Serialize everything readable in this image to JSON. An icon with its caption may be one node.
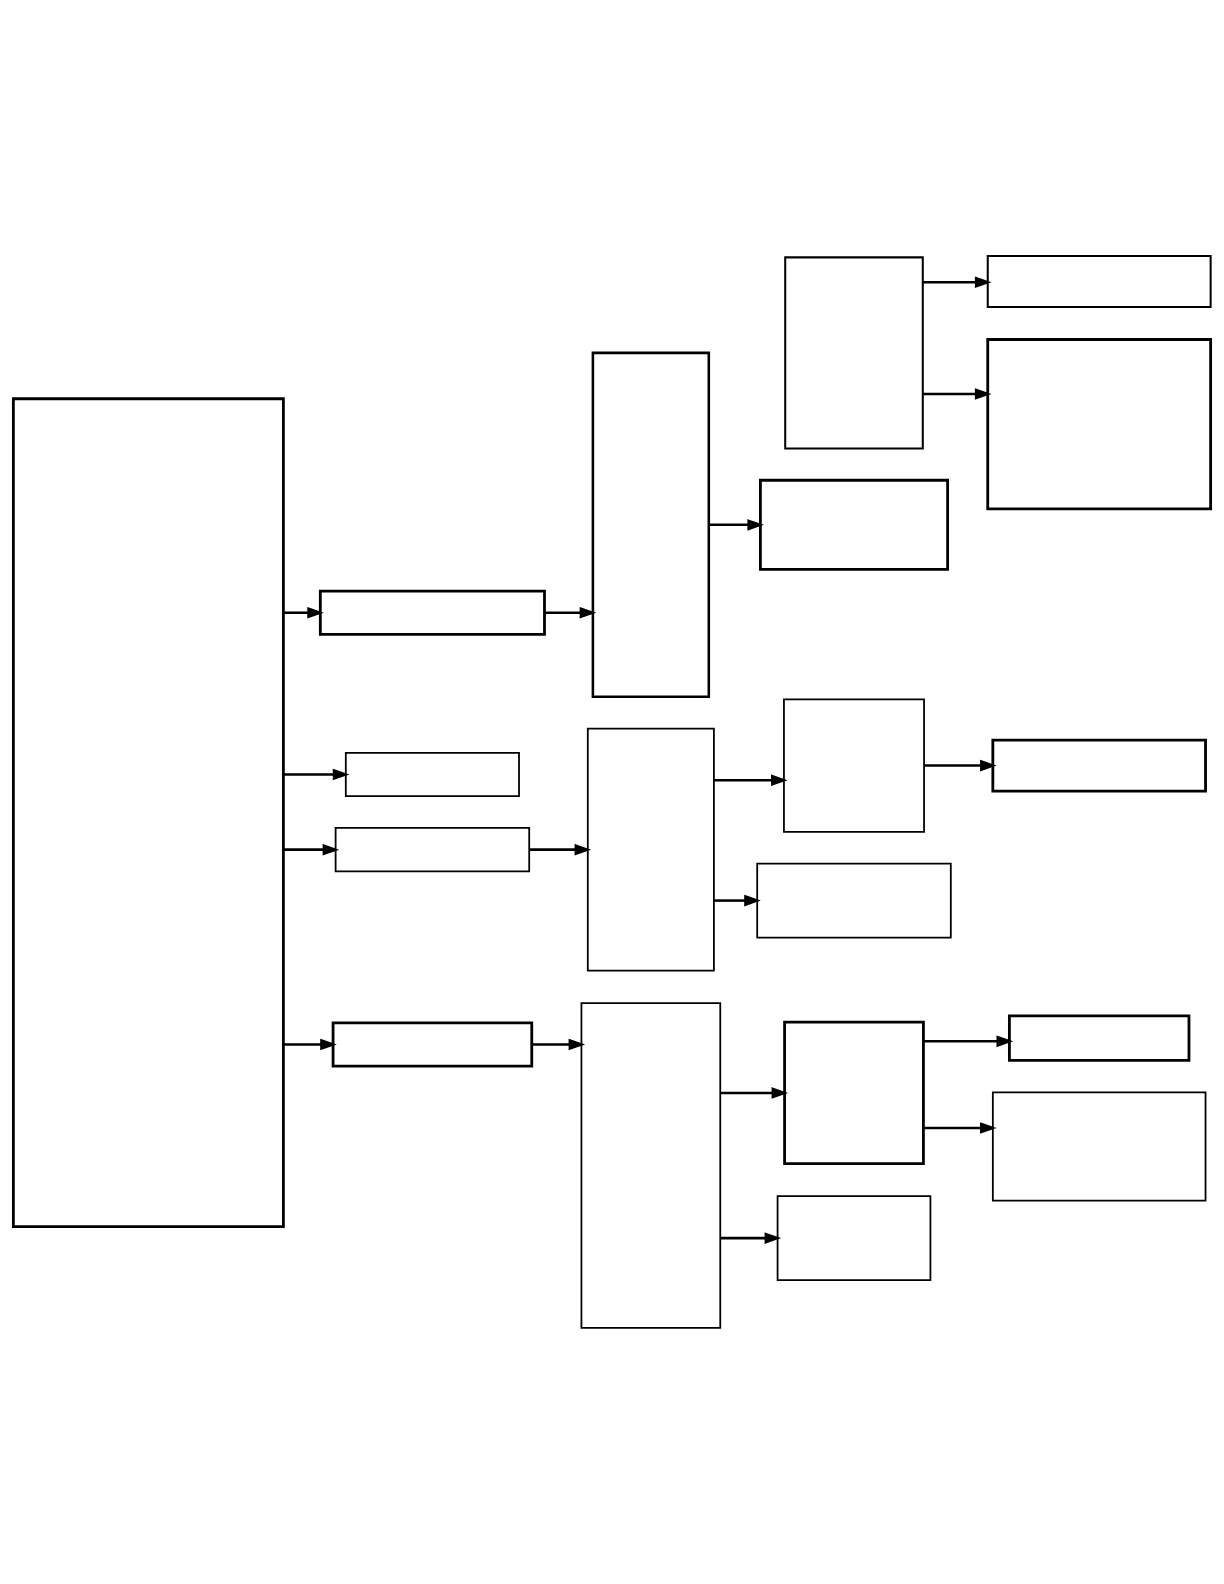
{
  "diagram": {
    "nodes": [
      {
        "text": [],
        "shape": "box"
      },
      {
        "text": [],
        "shape": "box"
      },
      {
        "text": [],
        "shape": "box"
      },
      {
        "text": [],
        "shape": "box"
      },
      {
        "text": [],
        "shape": "box"
      },
      {
        "text": [],
        "shape": "box"
      },
      {
        "text": [],
        "shape": "box"
      },
      {
        "text": [],
        "shape": "box"
      },
      {
        "text": [],
        "shape": "box"
      },
      {
        "text": [],
        "shape": "box"
      },
      {
        "text": [],
        "shape": "box"
      },
      {
        "text": [],
        "shape": "box"
      },
      {
        "text": [],
        "shape": "box"
      },
      {
        "text": [],
        "shape": "box"
      },
      {
        "text": [],
        "shape": "box"
      },
      {
        "text": [],
        "shape": "box"
      },
      {
        "text": [],
        "shape": "box"
      },
      {
        "text": [],
        "shape": "box"
      },
      {
        "text": [],
        "shape": "box"
      }
    ],
    "edges": [
      {
        "from": 0,
        "to": 1,
        "arrow": "to"
      },
      {
        "from": 1,
        "to": 2,
        "arrow": "to"
      },
      {
        "from": 3,
        "to": 4,
        "arrow": "to"
      },
      {
        "from": 3,
        "to": 5,
        "arrow": "to"
      },
      {
        "from": 0,
        "to": 7,
        "arrow": "to"
      },
      {
        "from": 2,
        "to": 6,
        "arrow": "to"
      },
      {
        "from": 0,
        "to": 8,
        "arrow": "to"
      },
      {
        "from": 8,
        "to": 9,
        "arrow": "to"
      },
      {
        "from": 9,
        "to": 10,
        "arrow": "to"
      },
      {
        "from": 10,
        "to": 11,
        "arrow": "to"
      },
      {
        "from": 9,
        "to": 12,
        "arrow": "to"
      },
      {
        "from": 0,
        "to": 13,
        "arrow": "to"
      },
      {
        "from": 13,
        "to": 14,
        "arrow": "to"
      },
      {
        "from": 14,
        "to": 15,
        "arrow": "to"
      },
      {
        "from": 15,
        "to": 16,
        "arrow": "to"
      },
      {
        "from": 15,
        "to": 17,
        "arrow": "to"
      },
      {
        "from": 14,
        "to": 18,
        "arrow": "to"
      }
    ]
  }
}
